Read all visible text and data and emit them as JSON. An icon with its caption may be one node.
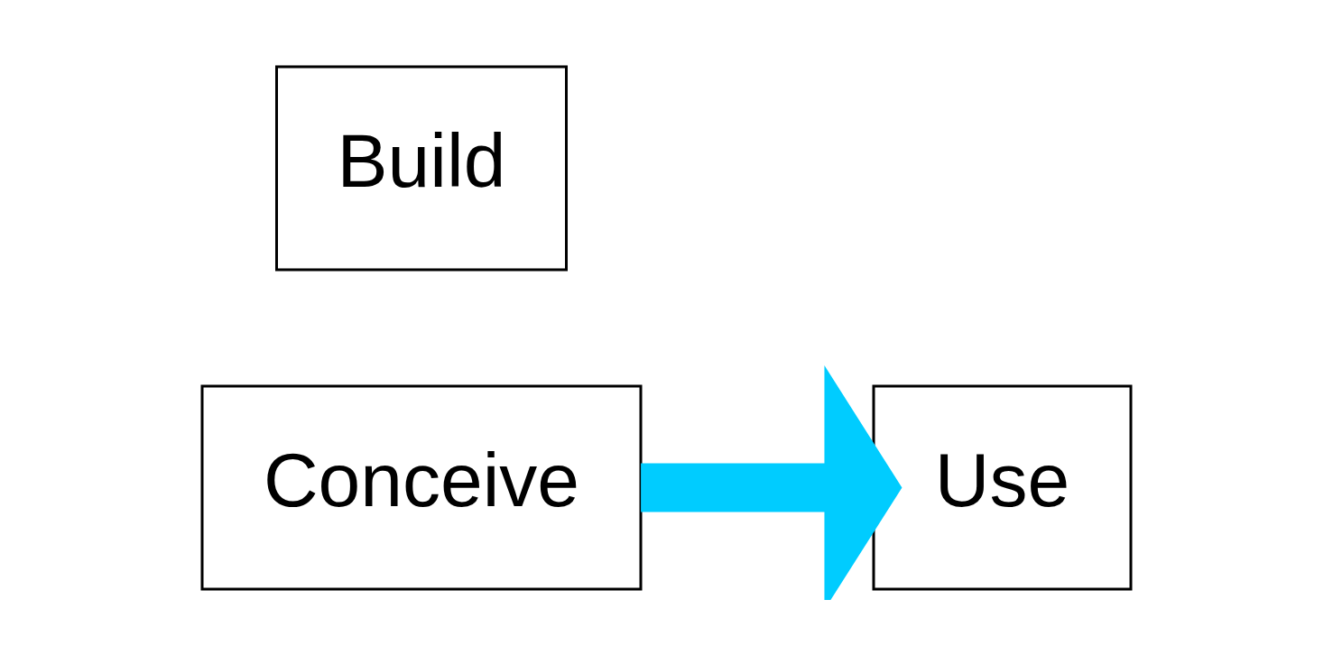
{
  "diagram": {
    "nodes": [
      {
        "text": [
          "Conceive"
        ]
      },
      {
        "text": [
          "Build"
        ]
      },
      {
        "text": [
          "Use"
        ]
      }
    ],
    "edges": [
      {
        "from": 0,
        "to": 2,
        "arrow": "to",
        "color": "#00ccff"
      }
    ]
  }
}
